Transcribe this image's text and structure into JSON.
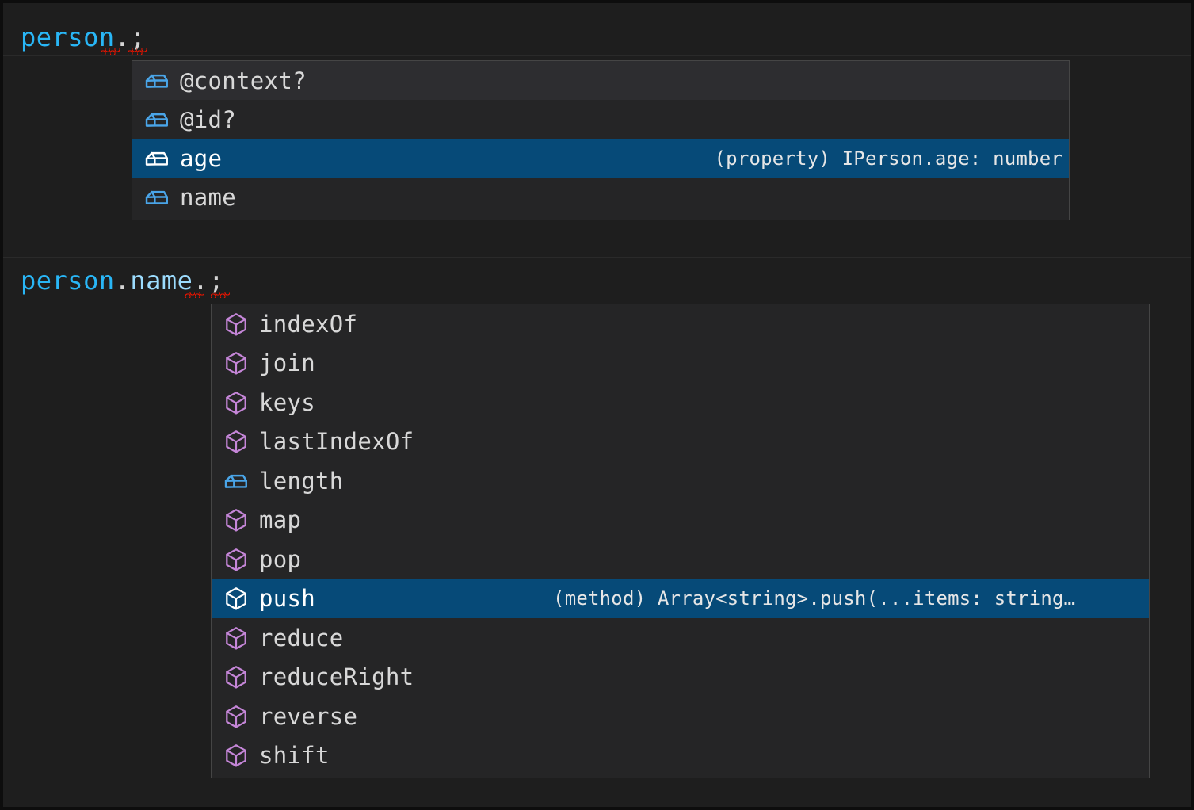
{
  "editor": {
    "theme_background": "#1e1e1e",
    "selection_color": "#064a78",
    "hover_color": "#2d2d30",
    "popup_background": "#252526",
    "popup_border": "#454545",
    "error_squiggle_color": "#e51400",
    "lines": [
      {
        "id": "line-1",
        "segments": [
          {
            "text": "person",
            "kind": "variable"
          },
          {
            "text": ".",
            "kind": "punctuation"
          },
          {
            "text": ";",
            "kind": "punctuation"
          }
        ],
        "full_text": "person.;"
      },
      {
        "id": "line-2",
        "segments": [
          {
            "text": "person",
            "kind": "variable"
          },
          {
            "text": ".",
            "kind": "punctuation"
          },
          {
            "text": "name",
            "kind": "property"
          },
          {
            "text": ".",
            "kind": "punctuation"
          },
          {
            "text": ";",
            "kind": "punctuation"
          }
        ],
        "full_text": "person.name.;"
      }
    ]
  },
  "suggest_popup_1": {
    "name": "person-member-suggestions",
    "items": [
      {
        "label": "@context?",
        "icon": "property-cube-icon",
        "icon_color": "#4aa5e8",
        "state": "hovered",
        "detail": ""
      },
      {
        "label": "@id?",
        "icon": "property-cube-icon",
        "icon_color": "#4aa5e8",
        "state": "normal",
        "detail": ""
      },
      {
        "label": "age",
        "icon": "property-cube-icon",
        "icon_color": "#ffffff",
        "state": "selected",
        "detail": "(property) IPerson.age: number"
      },
      {
        "label": "name",
        "icon": "property-cube-icon",
        "icon_color": "#4aa5e8",
        "state": "normal",
        "detail": ""
      }
    ]
  },
  "suggest_popup_2": {
    "name": "person-name-member-suggestions",
    "items": [
      {
        "label": "indexOf",
        "icon": "method-cube-icon",
        "icon_color": "#c586d8",
        "state": "normal",
        "detail": ""
      },
      {
        "label": "join",
        "icon": "method-cube-icon",
        "icon_color": "#c586d8",
        "state": "normal",
        "detail": ""
      },
      {
        "label": "keys",
        "icon": "method-cube-icon",
        "icon_color": "#c586d8",
        "state": "normal",
        "detail": ""
      },
      {
        "label": "lastIndexOf",
        "icon": "method-cube-icon",
        "icon_color": "#c586d8",
        "state": "normal",
        "detail": ""
      },
      {
        "label": "length",
        "icon": "property-cube-icon",
        "icon_color": "#4aa5e8",
        "state": "normal",
        "detail": ""
      },
      {
        "label": "map",
        "icon": "method-cube-icon",
        "icon_color": "#c586d8",
        "state": "normal",
        "detail": ""
      },
      {
        "label": "pop",
        "icon": "method-cube-icon",
        "icon_color": "#c586d8",
        "state": "normal",
        "detail": ""
      },
      {
        "label": "push",
        "icon": "method-cube-icon",
        "icon_color": "#ffffff",
        "state": "selected",
        "detail": "(method) Array<string>.push(...items: string…"
      },
      {
        "label": "reduce",
        "icon": "method-cube-icon",
        "icon_color": "#c586d8",
        "state": "normal",
        "detail": ""
      },
      {
        "label": "reduceRight",
        "icon": "method-cube-icon",
        "icon_color": "#c586d8",
        "state": "normal",
        "detail": ""
      },
      {
        "label": "reverse",
        "icon": "method-cube-icon",
        "icon_color": "#c586d8",
        "state": "normal",
        "detail": ""
      },
      {
        "label": "shift",
        "icon": "method-cube-icon",
        "icon_color": "#c586d8",
        "state": "normal",
        "detail": ""
      }
    ]
  }
}
